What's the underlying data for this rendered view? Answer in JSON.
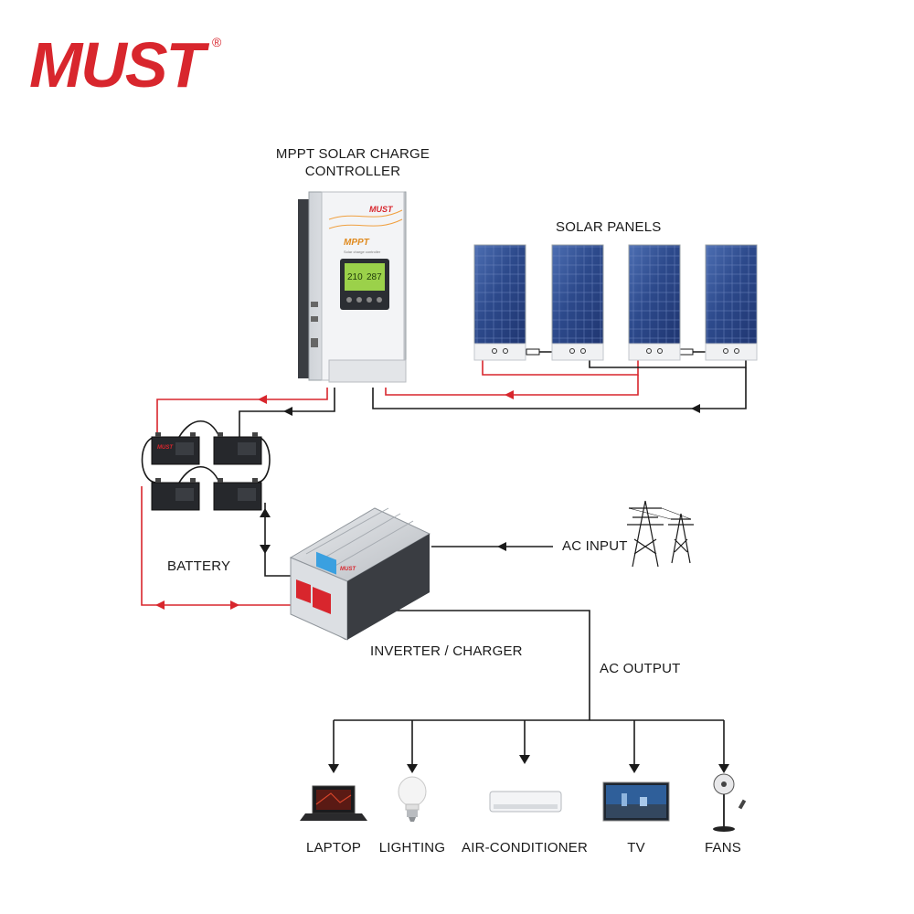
{
  "brand": {
    "logo": "MUST",
    "registered": "®"
  },
  "labels": {
    "controller_line1": "MPPT SOLAR CHARGE",
    "controller_line2": "CONTROLLER",
    "solar_panels": "SOLAR PANELS",
    "battery": "BATTERY",
    "ac_input": "AC INPUT",
    "inverter": "INVERTER / CHARGER",
    "ac_output": "AC OUTPUT"
  },
  "loads": [
    {
      "label": "LAPTOP",
      "icon": "laptop-icon"
    },
    {
      "label": "LIGHTING",
      "icon": "light-bulb-icon"
    },
    {
      "label": "AIR-CONDITIONER",
      "icon": "air-conditioner-icon"
    },
    {
      "label": "TV",
      "icon": "tv-icon"
    },
    {
      "label": "FANS",
      "icon": "fan-icon"
    }
  ],
  "device_text": {
    "controller_brand": "MUST",
    "controller_model": "MPPT",
    "controller_sub": "Solar charge controller",
    "lcd_left": "210",
    "lcd_right": "287",
    "battery_brand": "MUST",
    "inverter_brand": "MUST"
  },
  "colors": {
    "brand_red": "#d8262d",
    "positive_wire": "#d8262d",
    "negative_wire": "#1a1a1a",
    "panel_blue": "#2d4a8c",
    "lcd_green": "#9bd14a"
  }
}
